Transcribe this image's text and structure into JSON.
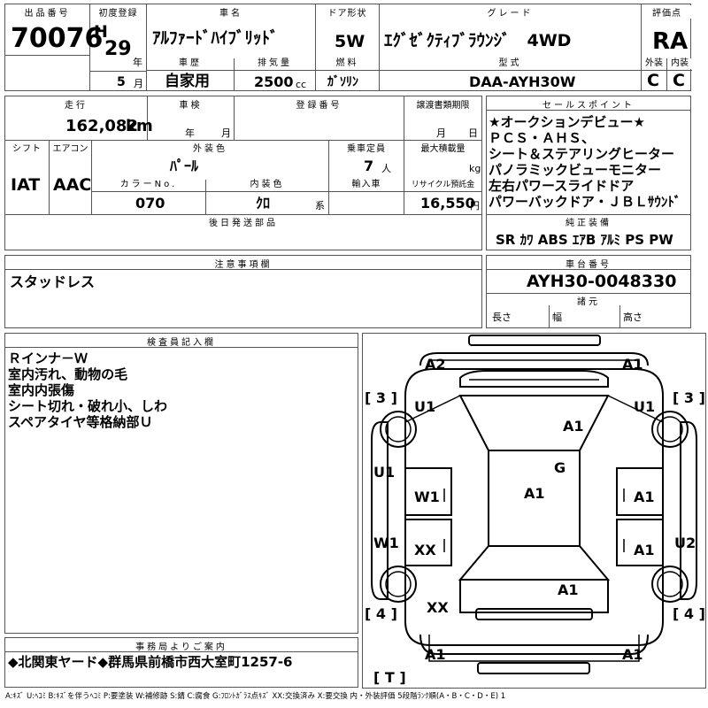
{
  "header": {
    "lot_no_label": "出品番号",
    "lot_no": "70076",
    "first_reg_label": "初度登録",
    "era": "H",
    "year": "29",
    "year_unit": "年",
    "month": "5",
    "month_unit": "月",
    "car_name_label": "車名",
    "car_name": "ｱﾙﾌｧｰﾄﾞﾊｲﾌﾞﾘｯﾄﾞ",
    "door_label": "ドア形状",
    "door": "5W",
    "grade_label": "グレード",
    "grade": "ｴｸﾞｾﾞｸﾃｨﾌﾞﾗｳﾝｼﾞ　4WD",
    "score_label": "評価点",
    "score": "RA",
    "history_label": "車歴",
    "history": "自家用",
    "displacement_label": "排気量",
    "displacement": "2500",
    "displacement_unit": "cc",
    "fuel_label": "燃料",
    "fuel": "ｶﾞｿﾘﾝ",
    "model_label": "型式",
    "model": "DAA-AYH30W",
    "exterior_label": "外装",
    "exterior": "C",
    "interior_label": "内装",
    "interior": "C"
  },
  "row2": {
    "mileage_label": "走行",
    "mileage": "162,082",
    "mileage_unit": "km",
    "inspection_label": "車検",
    "inspection_year_unit": "年",
    "inspection_month_unit": "月",
    "reg_no_label": "登録番号",
    "transfer_label": "譲渡書類期限",
    "transfer_month_unit": "月",
    "transfer_day_unit": "日",
    "shift_label": "シフト",
    "shift": "IAT",
    "ac_label": "エアコン",
    "ac": "AAC",
    "ext_color_label": "外装色",
    "ext_color": "ﾊﾟｰﾙ",
    "capacity_label": "乗車定員",
    "capacity": "7",
    "capacity_unit": "人",
    "max_load_label": "最大積載量",
    "max_load_unit": "kg",
    "color_no_label": "カラーNo.",
    "color_no": "070",
    "int_color_label": "内装色",
    "int_color": "ｸﾛ",
    "int_color_unit": "系",
    "import_label": "輸入車",
    "recycle_label": "リサイクル預託金",
    "recycle": "16,550",
    "recycle_unit": "円",
    "later_parts_label": "後日発送部品"
  },
  "sales_points": {
    "label": "セールスポイント",
    "lines": [
      "★オークションデビュー★",
      "ＰＣＳ・ＡＨＳ、",
      "シート＆ステアリングヒーター",
      "パノラミックビューモニター",
      "左右パワースライドドア",
      "パワーバックドア・ＪＢＬｻｳﾝﾄﾞ"
    ]
  },
  "equipment": {
    "label": "純正装備",
    "value": "SR ｶﾜ ABS ｴｱB ｱﾙﾐ PS PW"
  },
  "notes": {
    "label": "注意事項欄",
    "value": "スタッドレス"
  },
  "chassis": {
    "label": "車台番号",
    "value": "AYH30-0048330",
    "specs_label": "諸元",
    "length_label": "長さ",
    "width_label": "幅",
    "height_label": "高さ"
  },
  "inspector": {
    "label": "検査員記入欄",
    "lines": [
      "Ｒインナ－Ｗ",
      "室内汚れ、動物の毛",
      "室内内張傷",
      "シート切れ・破れ小、しわ",
      "スペアタイヤ等格納部Ｕ"
    ]
  },
  "office": {
    "label": "事務局よりご案内",
    "value": "◆北関東ヤード◆群馬県前橋市西大室町1257-6"
  },
  "diagram": {
    "marks": {
      "front_left": "A2",
      "front_right": "A1",
      "tire_fl": "[ 3 ]",
      "tire_fr": "[ 3 ]",
      "fender_l": "U1",
      "fender_r": "U1",
      "hood": "A1",
      "windshield": "G",
      "door_fl_side": "U1",
      "door_fl": "W1",
      "roof": "A1",
      "door_fr": "A1",
      "door_rl_side": "W1",
      "door_rl": "XX",
      "door_rr": "A1",
      "quarter_r": "U2",
      "rear_l": "XX",
      "trunk": "A1",
      "tire_rl": "[ 4 ]",
      "tire_rr": "[ 4 ]",
      "rear_bumper_l": "A1",
      "rear_bumper_r": "A1",
      "spare_tire": "[ T ]"
    }
  },
  "legend": "A:ｷｽﾞ U:ﾍｺﾐ B:ｷｽﾞを伴うﾍｺﾐ P:要塗装 W:補修跡 S:錆 C:腐食 G:ﾌﾛﾝﾄｶﾞﾗｽ点ｷｽﾞ XX:交換済み X:要交換 内・外装評価 5段階ﾗﾝｸ順(A・B・C・D・E) 1"
}
